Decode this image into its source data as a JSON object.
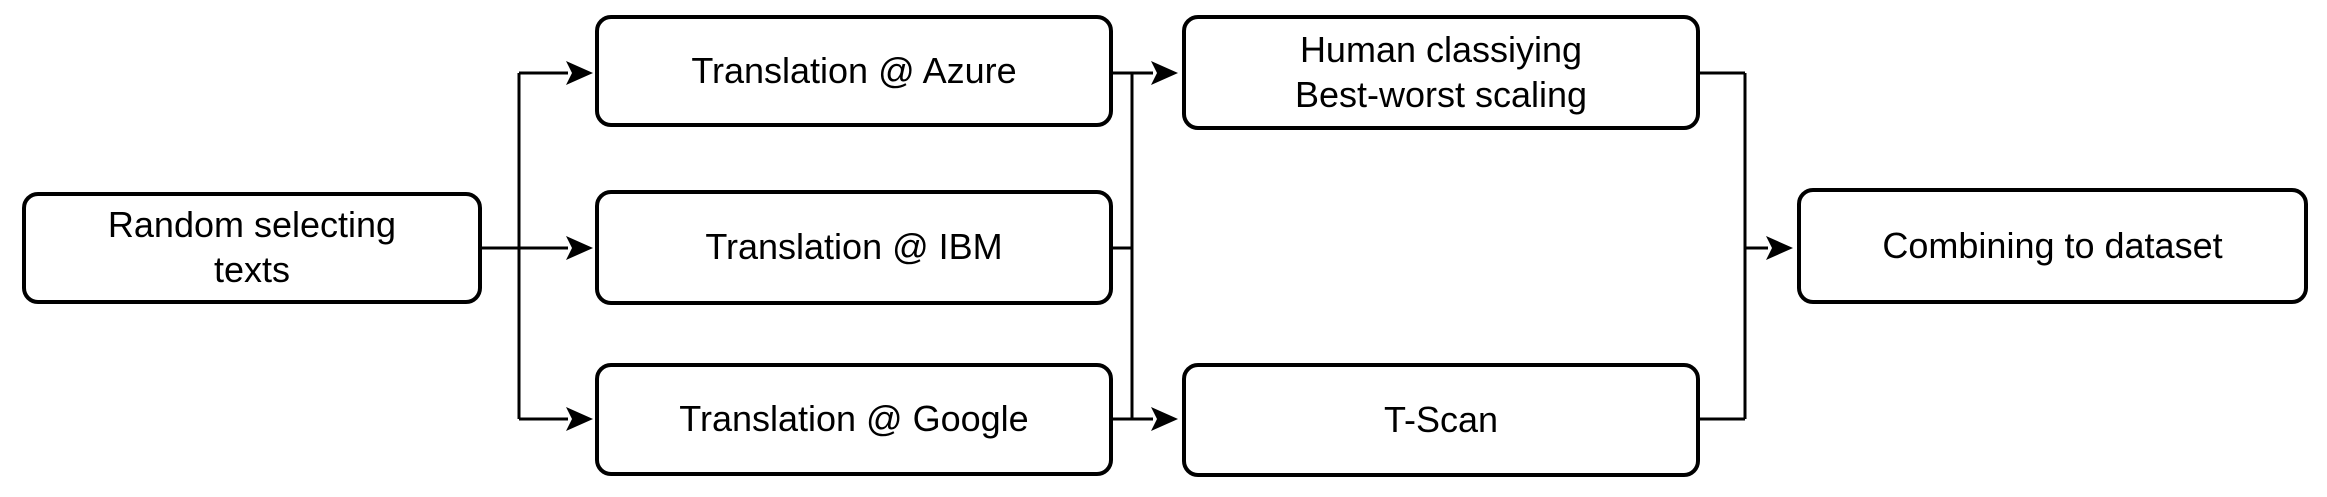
{
  "diagram": {
    "background_color": "#ffffff",
    "node_fill_color": "#ffffff",
    "stroke_color": "#000000",
    "nodes": {
      "random": {
        "lines": [
          "Random selecting",
          "texts"
        ]
      },
      "azure": {
        "lines": [
          "Translation @ Azure"
        ]
      },
      "ibm": {
        "lines": [
          "Translation @ IBM"
        ]
      },
      "google": {
        "lines": [
          "Translation @ Google"
        ]
      },
      "human": {
        "lines": [
          "Human classiying",
          "Best-worst scaling"
        ]
      },
      "tscan": {
        "lines": [
          "T-Scan"
        ]
      },
      "combining": {
        "lines": [
          "Combining to dataset"
        ]
      }
    },
    "edges": [
      {
        "from": [
          "random"
        ],
        "to": [
          "azure",
          "ibm",
          "google"
        ]
      },
      {
        "from": [
          "azure",
          "ibm",
          "google"
        ],
        "to": [
          "human",
          "tscan"
        ]
      },
      {
        "from": [
          "human",
          "tscan"
        ],
        "to": [
          "combining"
        ]
      }
    ]
  }
}
